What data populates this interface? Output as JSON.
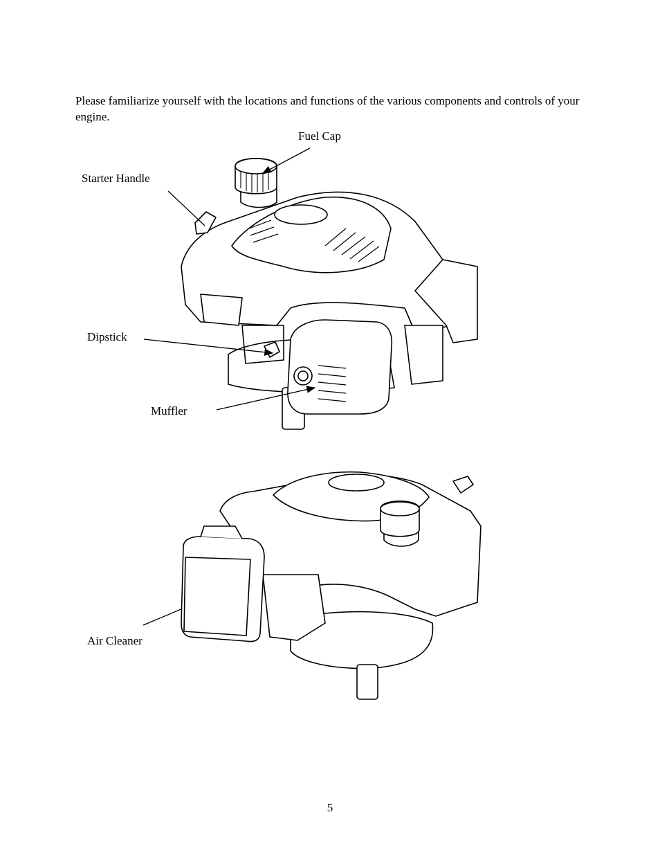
{
  "intro_text": "Please familiarize yourself with the locations and functions of the various components and controls of your engine.",
  "labels": {
    "fuel_cap": "Fuel Cap",
    "starter_handle": "Starter Handle",
    "dipstick": "Dipstick",
    "muffler": "Muffler",
    "air_cleaner": "Air Cleaner"
  },
  "page_number": "5"
}
